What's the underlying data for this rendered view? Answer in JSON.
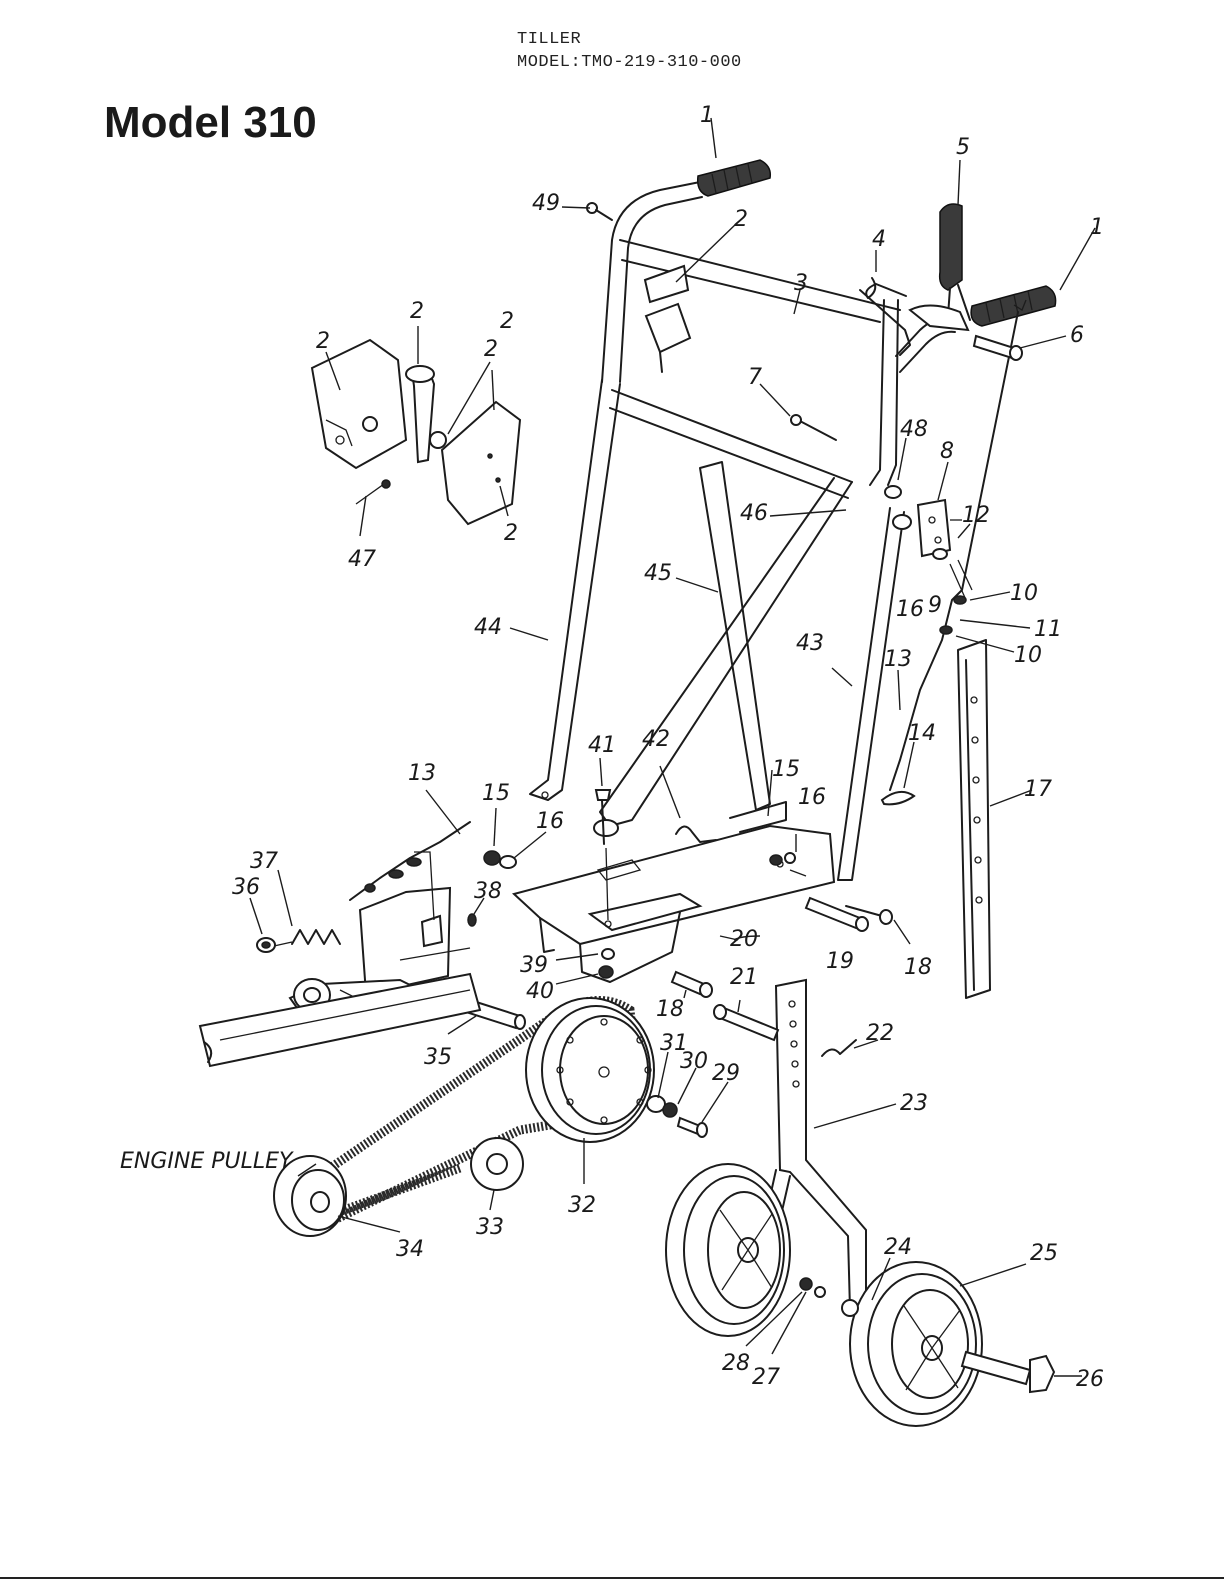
{
  "header": {
    "product": "TILLER",
    "model_line": "MODEL:TMO-219-310-000"
  },
  "title": "Model 310",
  "callouts": {
    "c1a": "1",
    "c1b": "1",
    "c2a": "2",
    "c2b": "2",
    "c2c": "2",
    "c2d": "2",
    "c2e": "2",
    "c2f": "2",
    "c3": "3",
    "c4": "4",
    "c5": "5",
    "c6": "6",
    "c7": "7",
    "c8": "8",
    "c9": "9",
    "c10a": "10",
    "c10b": "10",
    "c11": "11",
    "c12": "12",
    "c13a": "13",
    "c13b": "13",
    "c14": "14",
    "c15a": "15",
    "c15b": "15",
    "c16a": "16",
    "c16b": "16",
    "c16c": "16",
    "c17": "17",
    "c18a": "18",
    "c18b": "18",
    "c19": "19",
    "c20": "20",
    "c21": "21",
    "c22": "22",
    "c23": "23",
    "c24": "24",
    "c25": "25",
    "c26": "26",
    "c27": "27",
    "c28": "28",
    "c29": "29",
    "c30": "30",
    "c31": "31",
    "c32": "32",
    "c33": "33",
    "c34": "34",
    "c35": "35",
    "c36": "36",
    "c37": "37",
    "c38": "38",
    "c39": "39",
    "c40": "40",
    "c41": "41",
    "c42": "42",
    "c43": "43",
    "c44": "44",
    "c45": "45",
    "c46": "46",
    "c47": "47",
    "c48": "48",
    "c49": "49",
    "engine_pulley": "ENGINE PULLEY"
  }
}
